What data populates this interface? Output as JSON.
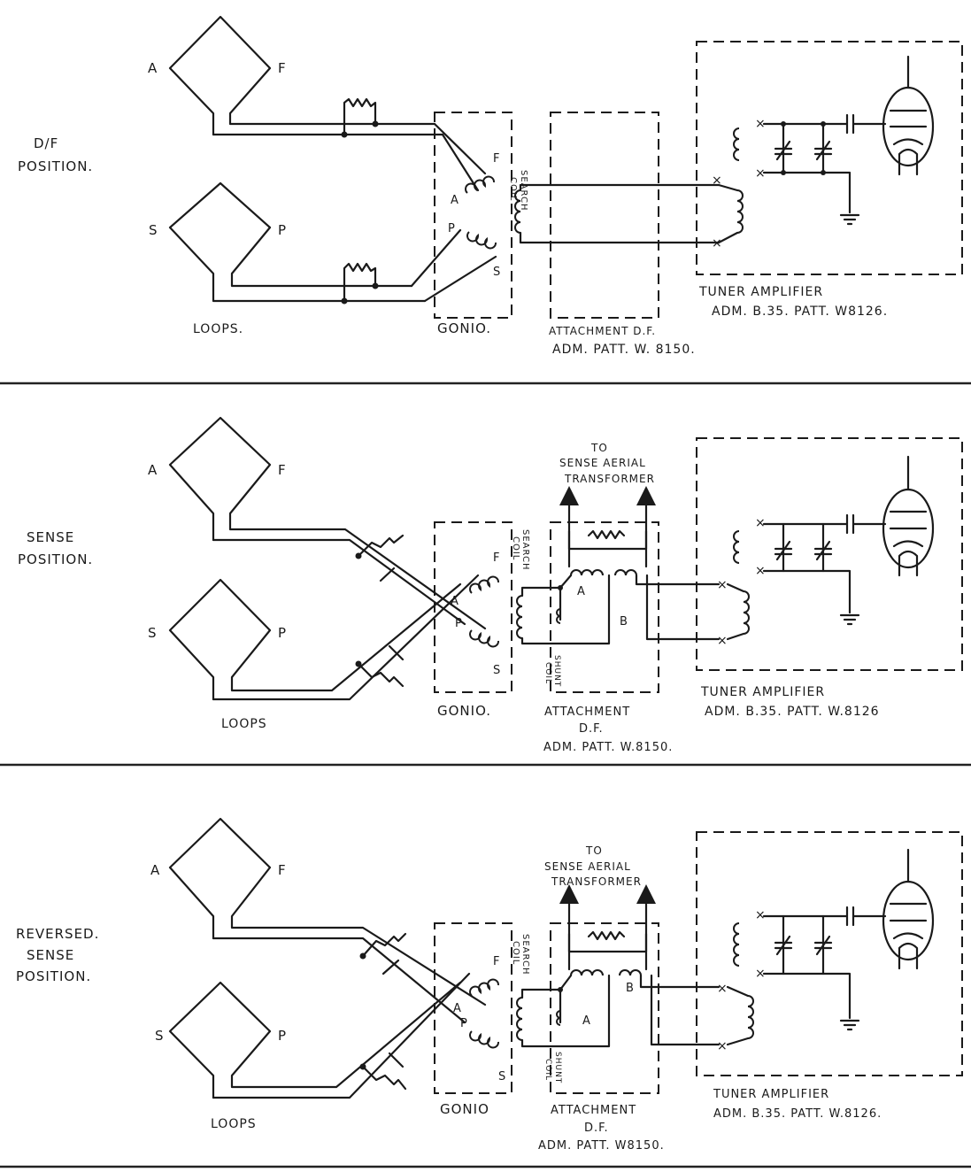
{
  "panel1": {
    "position_label": [
      "D/F",
      "POSITION."
    ],
    "loop_top": {
      "left": "A",
      "right": "F"
    },
    "loop_bottom": {
      "left": "S",
      "right": "P"
    },
    "loops_label": "LOOPS.",
    "gonio_label": "GONIO.",
    "gonio_pins": {
      "f": "F",
      "a": "A",
      "p": "P",
      "s": "S"
    },
    "search_coil": [
      "SEARCH",
      "COIL"
    ],
    "attachment": [
      "ATTACHMENT D.F.",
      "ADM. PATT. W. 8150."
    ],
    "tuner": [
      "TUNER AMPLIFIER",
      "ADM. B.35. PATT. W8126."
    ]
  },
  "panel2": {
    "position_label": [
      "SENSE",
      "POSITION."
    ],
    "loop_top": {
      "left": "A",
      "right": "F"
    },
    "loop_bottom": {
      "left": "S",
      "right": "P"
    },
    "loops_label": "LOOPS",
    "gonio_label": "GONIO.",
    "gonio_pins": {
      "f": "F",
      "a": "A",
      "p": "P",
      "s": "S"
    },
    "search_coil": [
      "SEARCH",
      "COIL"
    ],
    "shunt_coil": [
      "SHUNT",
      "COIL"
    ],
    "sense_to": [
      "TO",
      "SENSE AERIAL",
      "TRANSFORMER"
    ],
    "coil_labels": {
      "a": "A",
      "b": "B"
    },
    "attachment": [
      "ATTACHMENT",
      "D.F.",
      "ADM. PATT. W.8150."
    ],
    "tuner": [
      "TUNER AMPLIFIER",
      "ADM. B.35. PATT. W.8126"
    ]
  },
  "panel3": {
    "position_label": [
      "REVERSED.",
      "SENSE",
      "POSITION."
    ],
    "loop_top": {
      "left": "A",
      "right": "F"
    },
    "loop_bottom": {
      "left": "S",
      "right": "P"
    },
    "loops_label": "LOOPS",
    "gonio_label": "GONIO",
    "gonio_pins": {
      "f": "F",
      "a": "A",
      "p": "P",
      "s": "S"
    },
    "search_coil": [
      "SEARCH",
      "COIL"
    ],
    "shunt_coil": [
      "SHUNT",
      "COIL"
    ],
    "sense_to": [
      "TO",
      "SENSE AERIAL",
      "TRANSFORMER"
    ],
    "coil_labels": {
      "a": "A",
      "b": "B"
    },
    "attachment": [
      "ATTACHMENT",
      "D.F.",
      "ADM. PATT. W8150."
    ],
    "tuner": [
      "TUNER AMPLIFIER",
      "ADM. B.35. PATT. W.8126."
    ]
  }
}
